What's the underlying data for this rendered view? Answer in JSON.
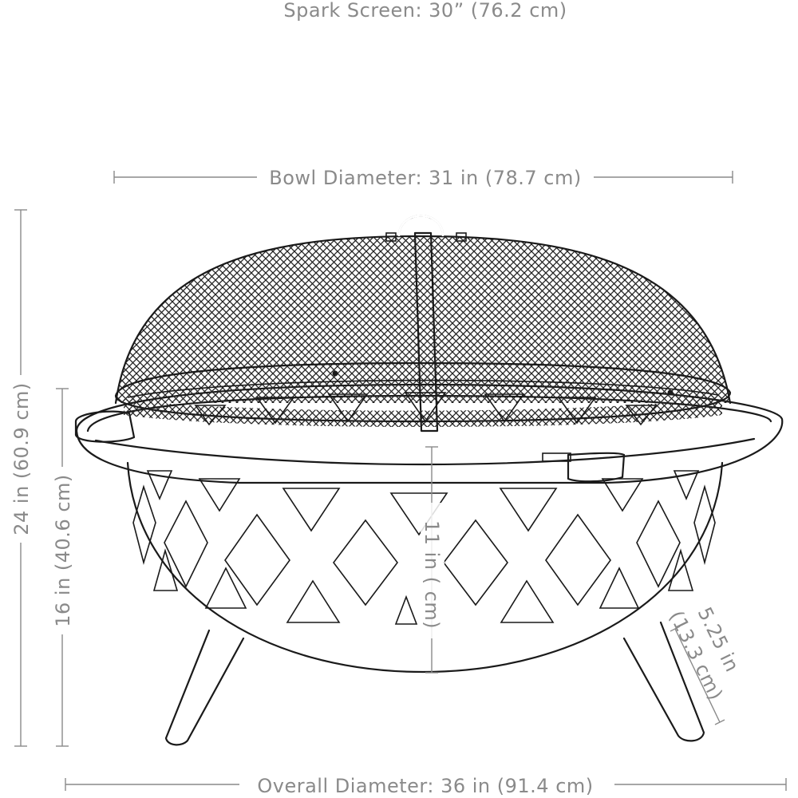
{
  "dimensions": {
    "spark_screen": "Spark Screen: 30” (76.2 cm)",
    "bowl_diameter": "Bowl Diameter: 31 in (78.7 cm)",
    "overall_height": "24 in (60.9 cm)",
    "rim_height": "16 in (40.6 cm)",
    "bowl_depth": "11 in ( cm)",
    "leg_length_in": "5.25 in",
    "leg_length_cm": "(13.3 cm)",
    "overall_diameter": "Overall Diameter: 36 in (91.4 cm)"
  }
}
